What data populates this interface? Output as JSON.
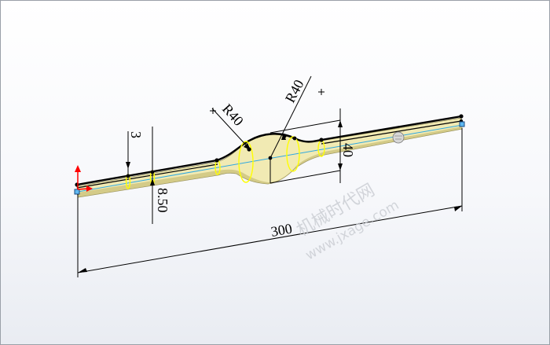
{
  "viewport": {
    "background_top": "#ffffff",
    "background_bottom": "#e9ecf2"
  },
  "part": {
    "body_color": "#f1eab3",
    "shade_color": "#c9c07a",
    "edge_color": "#000000",
    "section_color": "#ffff00",
    "centerline_color": "#2fa8e0"
  },
  "dimensions": {
    "overall_length": "300",
    "end_diameter": "8.50",
    "step": "3",
    "bulb_height": "40",
    "radius_left": "R40",
    "radius_right": "R40"
  },
  "watermark": {
    "text_cn": "机械时代网",
    "text_url": "www.jxage.com"
  },
  "triad": {
    "x_color": "#ff0000",
    "y_color": "#ff0000"
  }
}
